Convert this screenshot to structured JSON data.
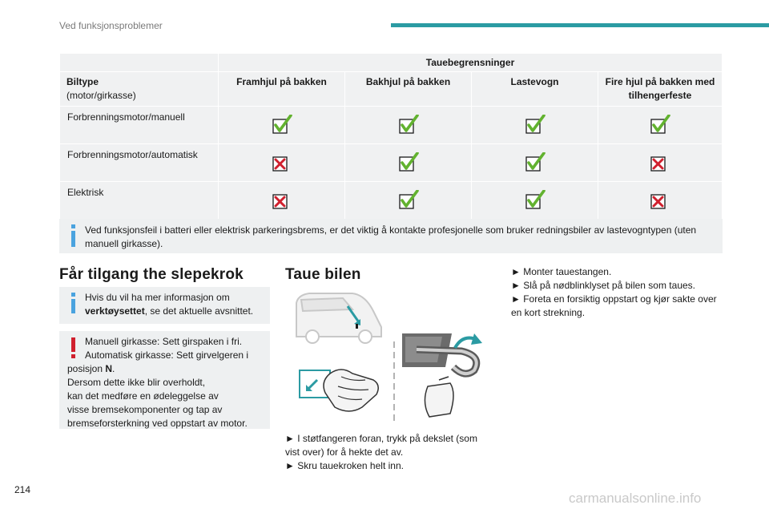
{
  "header": {
    "section_title": "Ved funksjonsproblemer"
  },
  "table": {
    "group_header": "Tauebegrensninger",
    "type_label": "Biltype",
    "type_sublabel": "(motor/girkasse)",
    "columns": [
      "Framhjul på bakken",
      "Bakhjul på bakken",
      "Lastevogn",
      "Fire hjul på bakken med tilhengerfeste"
    ],
    "rows": [
      {
        "name": "Forbrenningsmotor/manuell",
        "marks": [
          "allowed",
          "allowed",
          "allowed",
          "allowed"
        ]
      },
      {
        "name": "Forbrenningsmotor/automatisk",
        "marks": [
          "forbidden",
          "allowed",
          "allowed",
          "forbidden"
        ]
      },
      {
        "name": "Elektrisk",
        "marks": [
          "forbidden",
          "allowed",
          "allowed",
          "forbidden"
        ]
      }
    ]
  },
  "info_wide": "Ved funksjonsfeil i batteri eller elektrisk parkeringsbrems, er det viktig å kontakte profesjonelle som bruker redningsbiler av lastevogntypen (uten manuell girkasse).",
  "section_left": {
    "title": "Får tilgang the slepekrok",
    "info_pre": "Hvis du vil ha mer informasjon om ",
    "info_bold": "verktøysettet",
    "info_post": ", se det aktuelle avsnittet.",
    "warn_line1": "Manuell girkasse: Sett girspaken i fri.",
    "warn_line2": "Automatisk girkasse: Sett girvelgeren i",
    "warn_line3_pre": "posisjon ",
    "warn_line3_bold": "N",
    "warn_line3_post": ".",
    "warn_line4": "Dersom dette ikke blir overholdt,",
    "warn_line5": "kan det medføre en ødeleggelse av",
    "warn_line6": "visse bremsekomponenter og tap av",
    "warn_line7": "bremseforsterkning ved oppstart av motor."
  },
  "section_middle": {
    "title": "Taue bilen",
    "step1_line1": "► I støtfangeren foran, trykk på dekslet (som",
    "step1_line2": "vist over) for å hekte det av.",
    "step2": "► Skru tauekroken helt inn."
  },
  "section_right": {
    "step1": "► Monter tauestangen.",
    "step2": "► Slå på nødblinklyset på bilen som taues.",
    "step3_line1": "► Foreta en forsiktig oppstart og kjør sakte over",
    "step3_line2": "en kort strekning."
  },
  "page_number": "214",
  "watermark": "carmanualsonline.info",
  "colors": {
    "accent": "#2b9ba3",
    "allowed": "#62b22f",
    "forbidden": "#d0202e",
    "panel": "#eef0f1",
    "info_icon": "#4aa3df",
    "warning_icon": "#d0202e"
  },
  "icons": {
    "allowed": "check-box-icon",
    "forbidden": "cross-box-icon",
    "info": "info-icon",
    "warning": "warning-icon"
  }
}
